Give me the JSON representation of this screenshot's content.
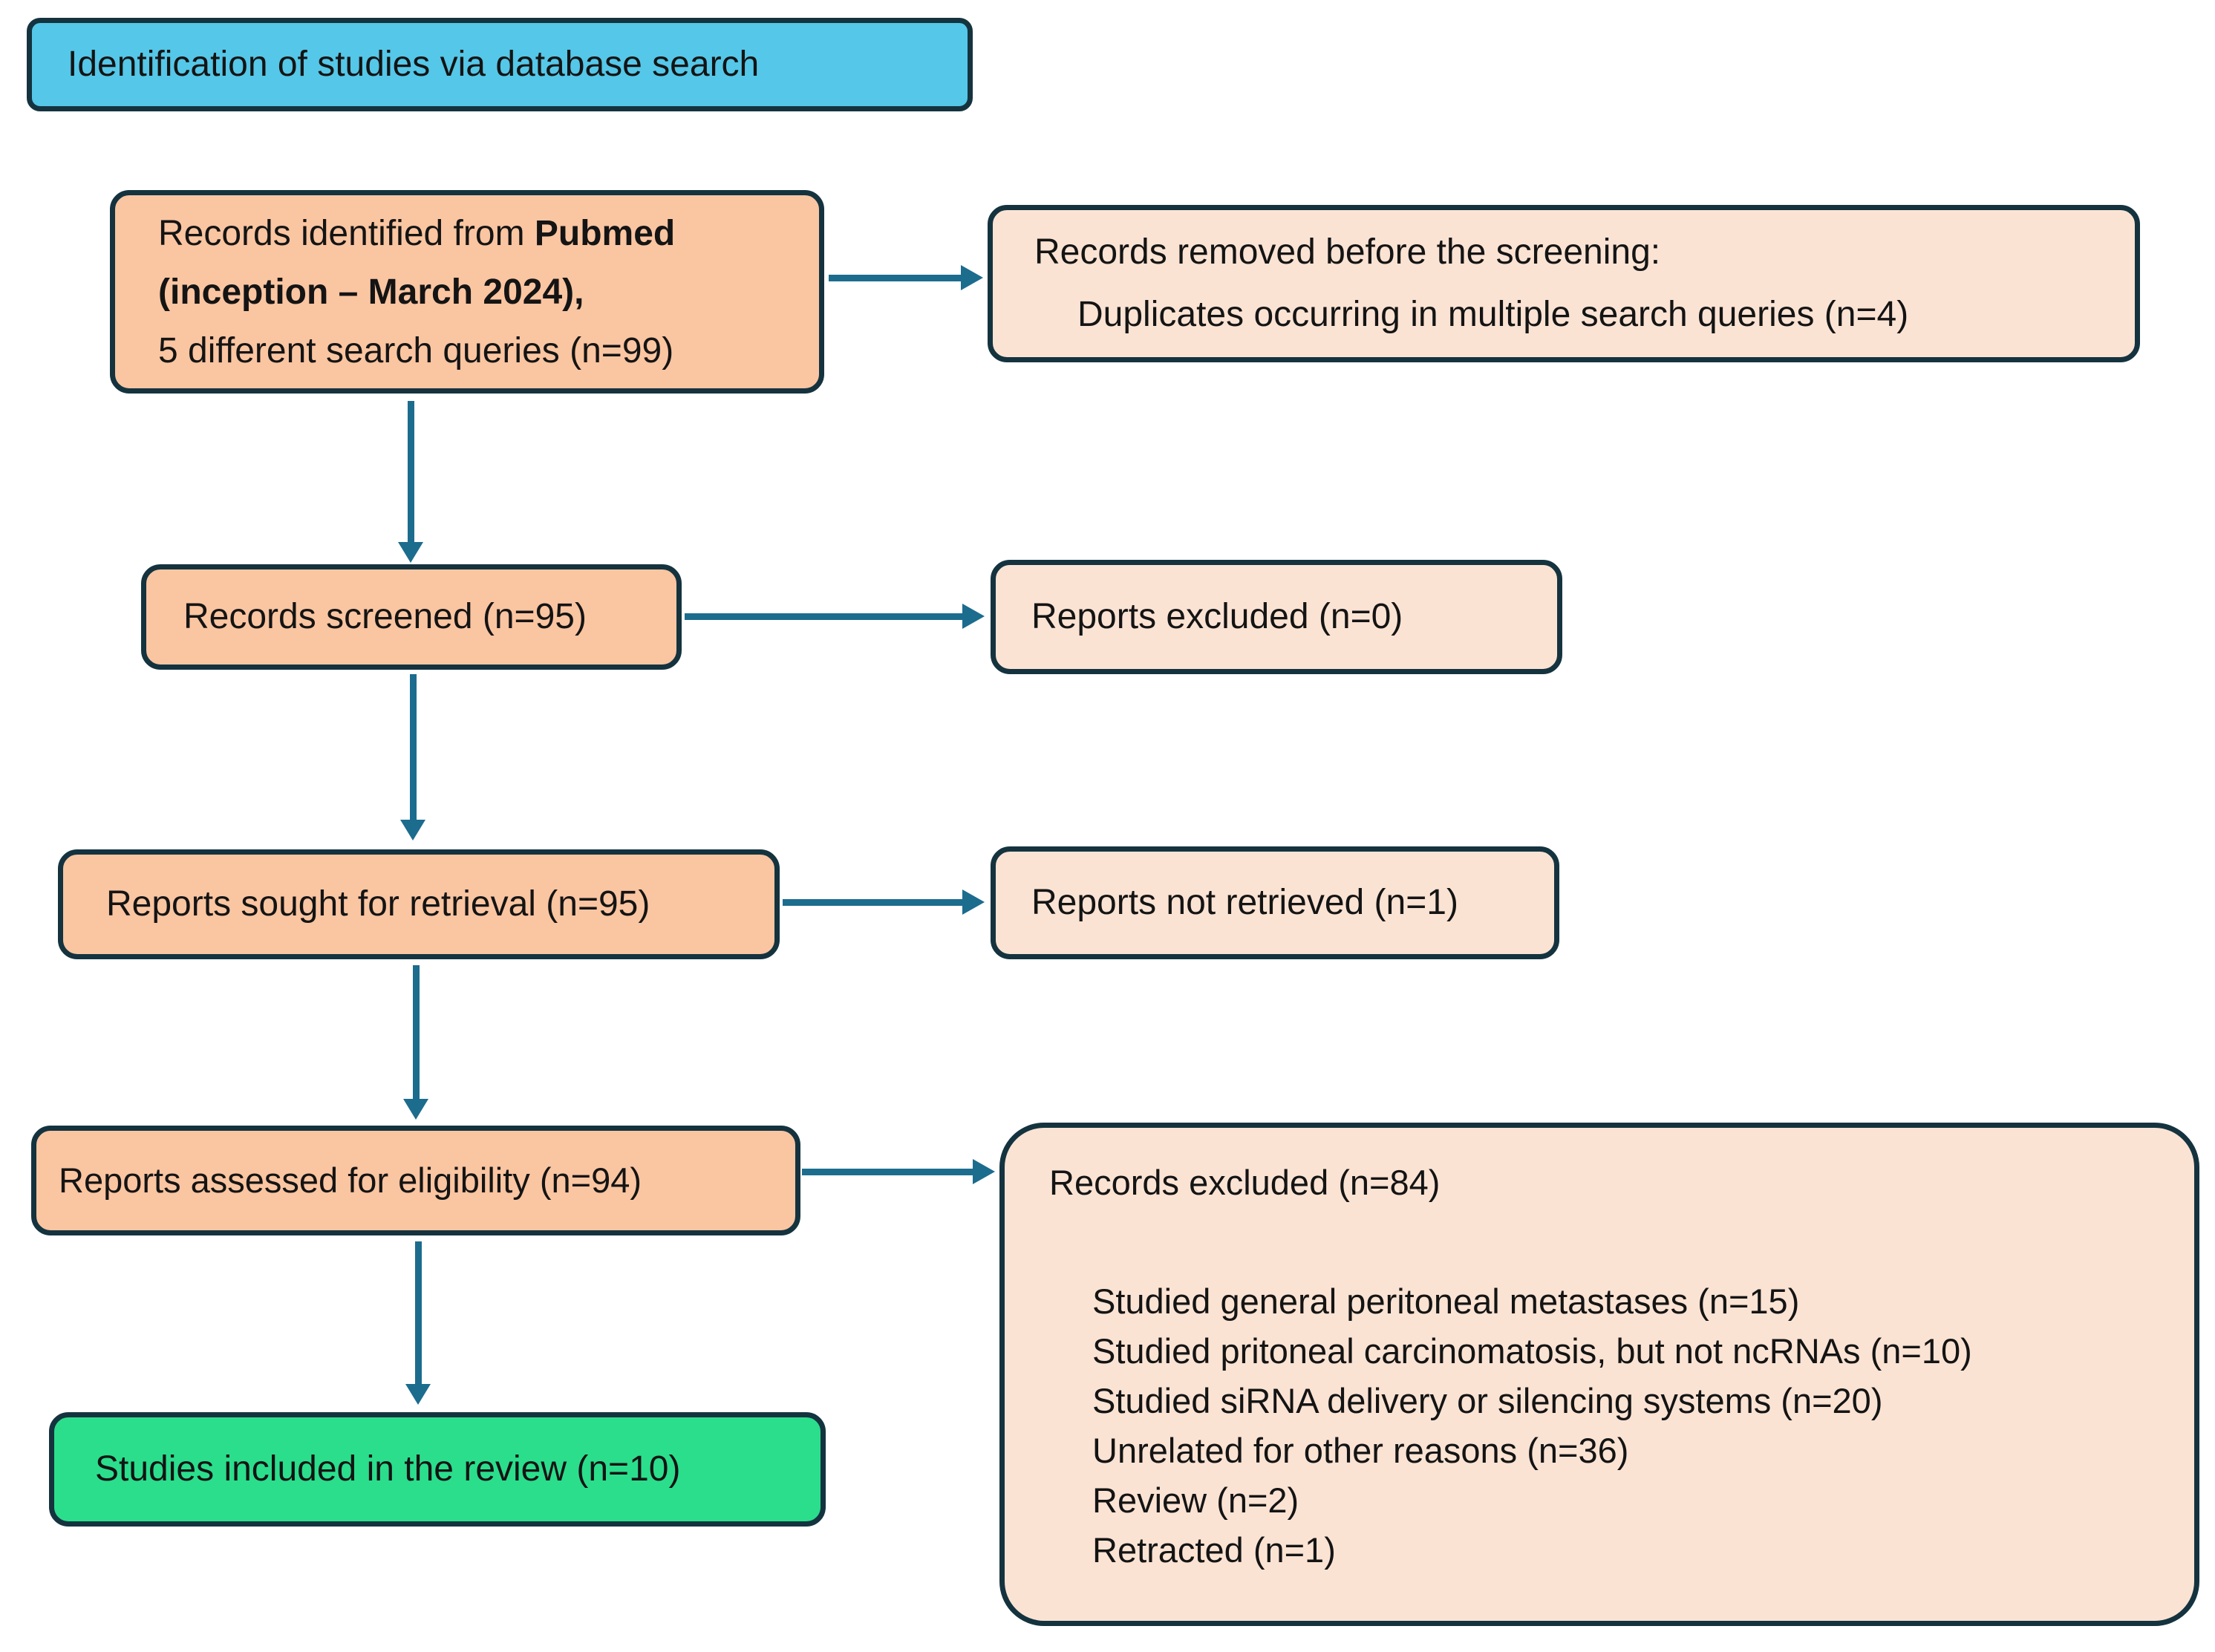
{
  "colors": {
    "title_fill": "#55C7E8",
    "primary_fill": "#FAC5A1",
    "secondary_fill": "#FBE3D4",
    "included_fill": "#2BDE8C",
    "border": "#14333F",
    "arrow": "#1C6C8E"
  },
  "title": "Identification of studies via database search",
  "boxes": {
    "identified": {
      "line1_normal": "Records identified from ",
      "line1_bold": "Pubmed",
      "line2_bold": "(inception – March 2024),",
      "line3": "5 different search queries (n=99)"
    },
    "screened": "Records screened (n=95)",
    "sought": "Reports sought for retrieval (n=95)",
    "assessed": "Reports assessed for eligibility (n=94)",
    "included": "Studies included in the review (n=10)"
  },
  "side_boxes": {
    "removed": {
      "line1": "Records removed before the screening:",
      "line2": "Duplicates occurring in multiple search queries (n=4)"
    },
    "excluded_screening": "Reports excluded (n=0)",
    "not_retrieved": "Reports not retrieved (n=1)",
    "excluded_eligibility": {
      "heading": "Records excluded (n=84)",
      "reasons": [
        "Studied general peritoneal metastases (n=15)",
        "Studied pritoneal carcinomatosis, but not ncRNAs (n=10)",
        "Studied siRNA delivery or silencing systems (n=20)",
        "Unrelated for other reasons (n=36)",
        "Review (n=2)",
        "Retracted (n=1)"
      ]
    }
  }
}
